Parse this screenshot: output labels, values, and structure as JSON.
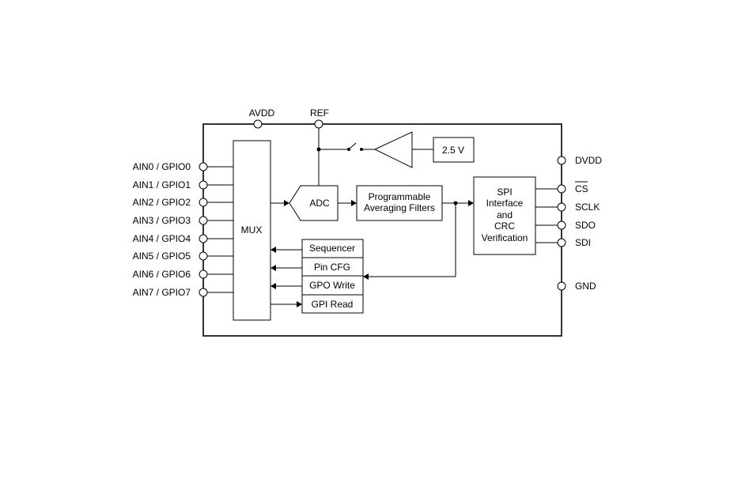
{
  "left_pins": [
    "AIN0 / GPIO0",
    "AIN1 / GPIO1",
    "AIN2 / GPIO2",
    "AIN3 / GPIO3",
    "AIN4 / GPIO4",
    "AIN5 / GPIO5",
    "AIN6 / GPIO6",
    "AIN7 / GPIO7"
  ],
  "top_pins": {
    "avdd": "AVDD",
    "ref": "REF"
  },
  "right_pins": {
    "dvdd": "DVDD",
    "cs": "CS",
    "sclk": "SCLK",
    "sdo": "SDO",
    "sdi": "SDI",
    "gnd": "GND"
  },
  "blocks": {
    "mux": "MUX",
    "adc": "ADC",
    "ref_voltage": "2.5 V",
    "filters_line1": "Programmable",
    "filters_line2": "Averaging Filters",
    "spi_line1": "SPI",
    "spi_line2": "Interface",
    "spi_line3": "and",
    "spi_line4": "CRC",
    "spi_line5": "Verification",
    "sequencer": "Sequencer",
    "pin_cfg": "Pin CFG",
    "gpo_write": "GPO Write",
    "gpi_read": "GPI Read"
  }
}
